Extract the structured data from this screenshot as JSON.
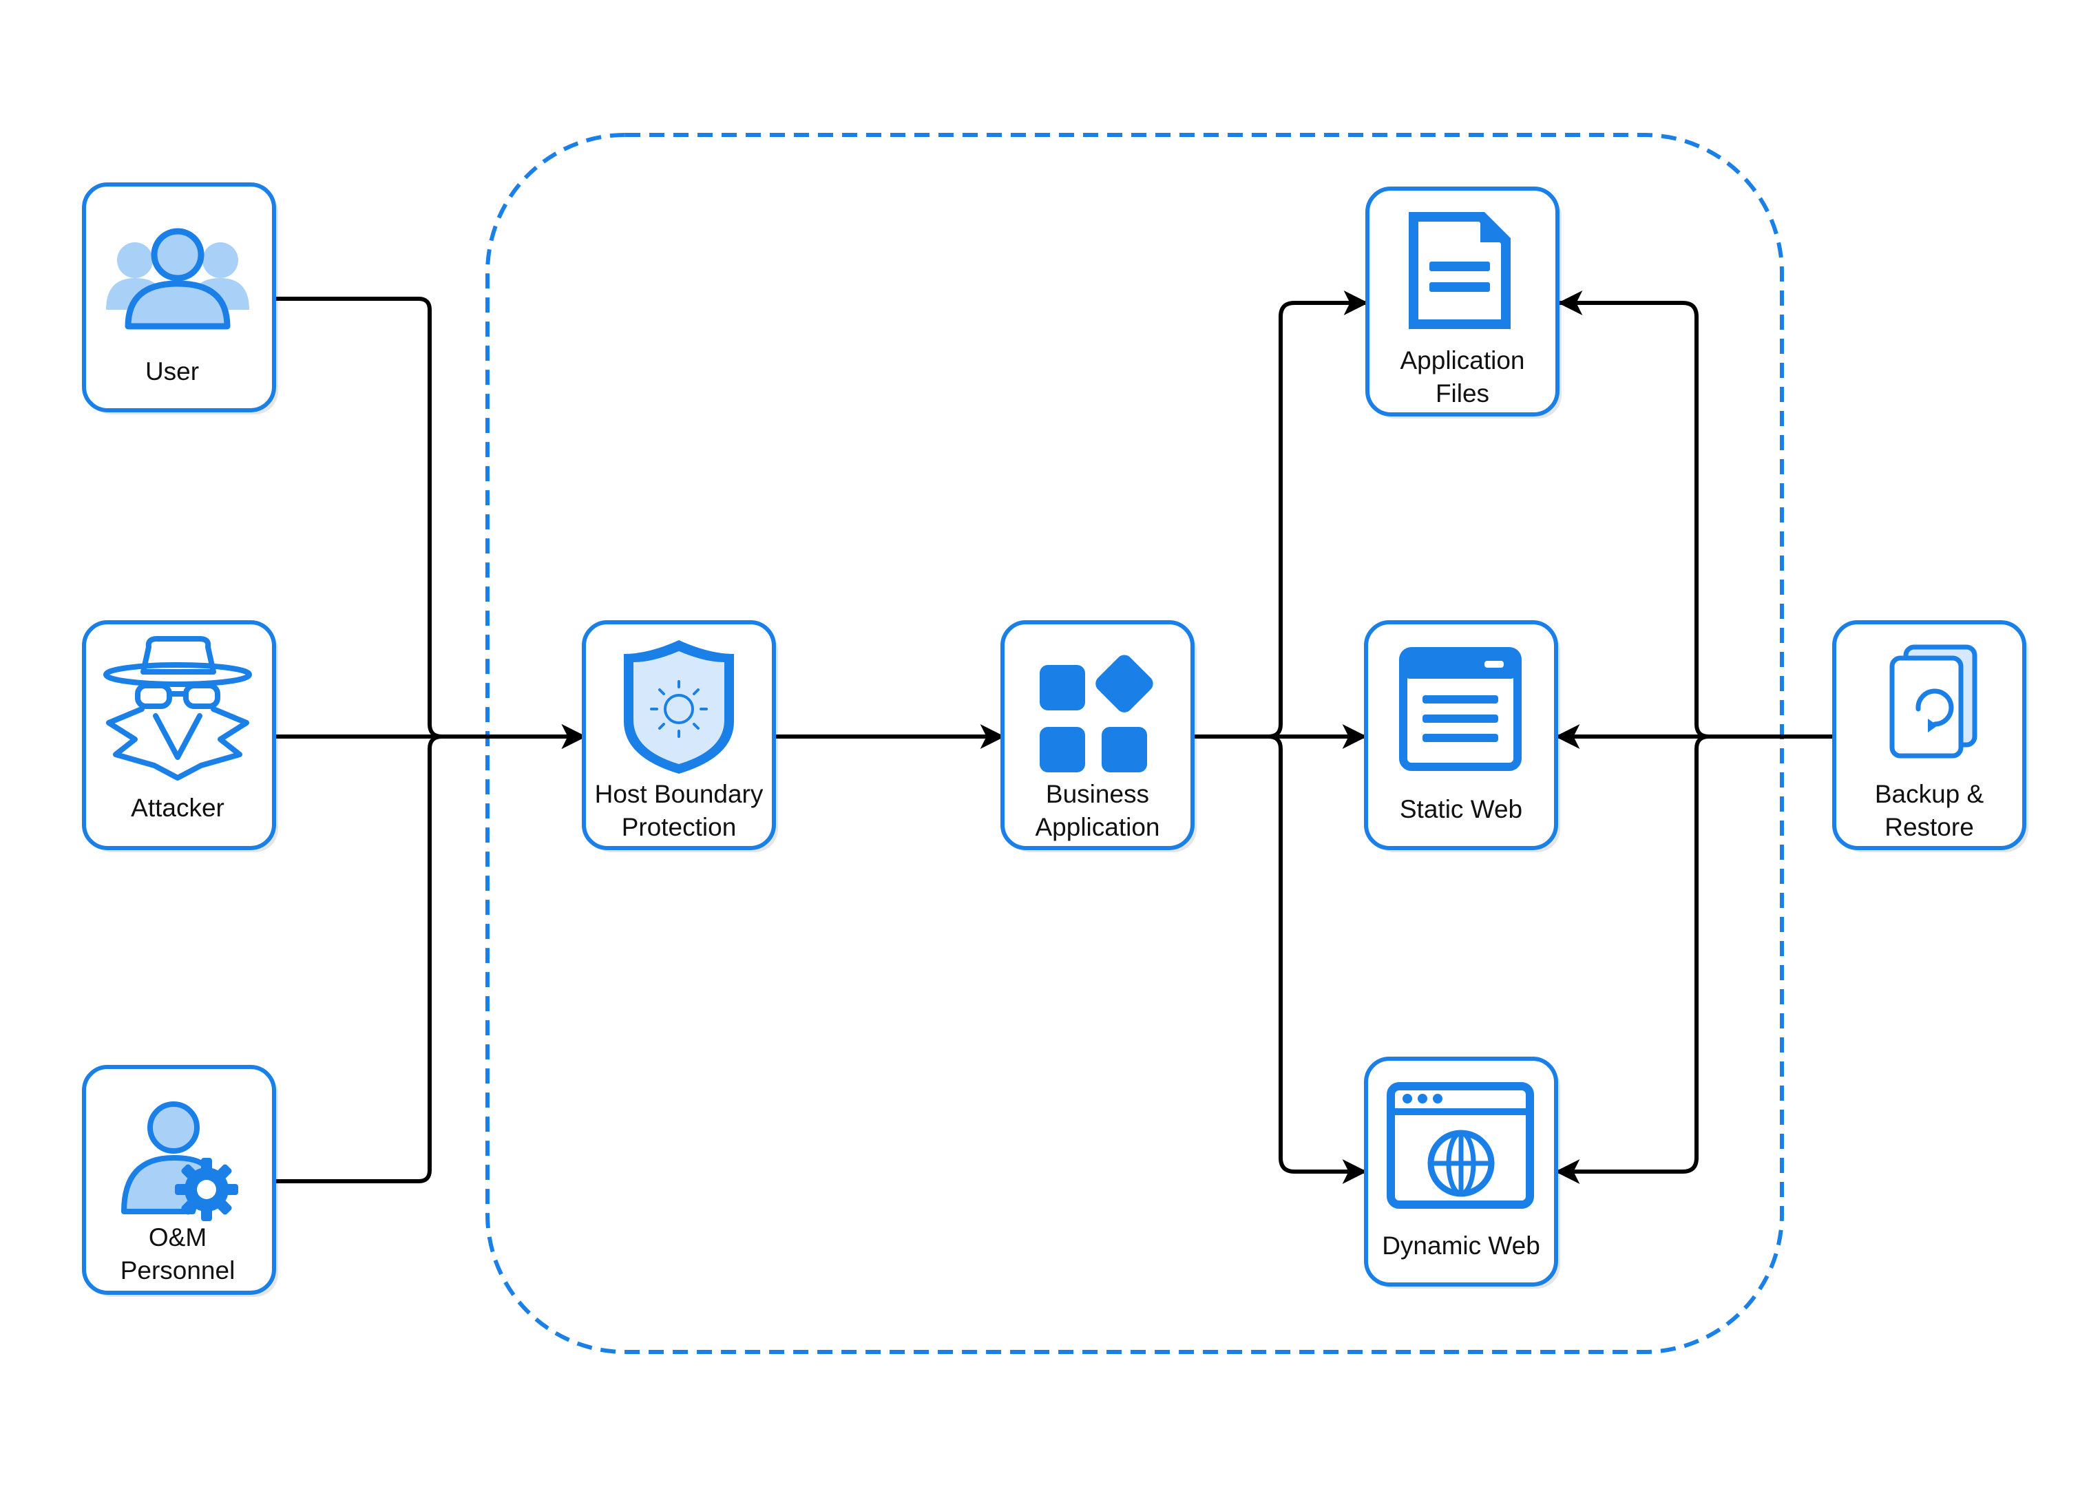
{
  "nodes": {
    "user": {
      "label": "User"
    },
    "attacker": {
      "label": "Attacker"
    },
    "om": {
      "line1": "O&M",
      "line2": "Personnel"
    },
    "host": {
      "line1": "Host Boundary",
      "line2": "Protection"
    },
    "business": {
      "line1": "Business",
      "line2": "Application"
    },
    "appfiles": {
      "line1": "Application",
      "line2": "Files"
    },
    "staticweb": {
      "label": "Static Web"
    },
    "dynamicweb": {
      "label": "Dynamic Web"
    },
    "backup": {
      "line1": "Backup &",
      "line2": "Restore"
    }
  },
  "colors": {
    "accent": "#1a7fe6",
    "accent_light": "#a9d0f7",
    "edge": "#000000"
  },
  "icons": {
    "user": "user-group-icon",
    "attacker": "spy-icon",
    "om": "user-gear-icon",
    "host": "shield-icon",
    "business": "apps-grid-icon",
    "appfiles": "document-icon",
    "staticweb": "web-page-icon",
    "dynamicweb": "browser-globe-icon",
    "backup": "backup-restore-icon"
  }
}
